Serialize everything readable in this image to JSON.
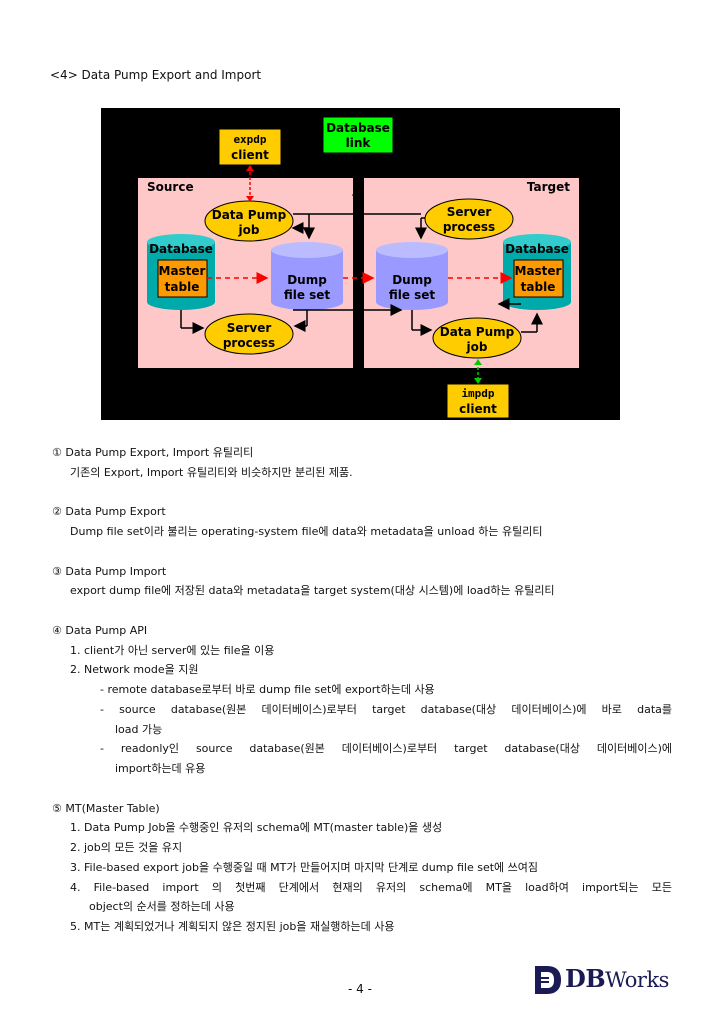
{
  "heading": "<4> Data Pump Export and Import",
  "diagram": {
    "expdp_label": "expdp",
    "client_label": "client",
    "dblink_line1": "Database",
    "dblink_line2": "link",
    "source_label": "Source",
    "target_label": "Target",
    "dp_job_line1": "Data Pump",
    "dp_job_line2": "job",
    "server_line1": "Server",
    "server_line2": "process",
    "database_label": "Database",
    "master_line1": "Master",
    "master_line2": "table",
    "dump_line1": "Dump",
    "dump_line2": "file set",
    "impdp_label": "impdp"
  },
  "sections": {
    "s1_title": "① Data Pump Export, Import 유틸리티",
    "s1_body": "기존의 Export, Import 유틸리티와 비슷하지만 분리된 제품.",
    "s2_title": "② Data Pump Export",
    "s2_body": "Dump file set이라 불리는 operating-system file에 data와 metadata을 unload 하는 유틸리티",
    "s3_title": "③ Data Pump Import",
    "s3_body": "export dump file에 저장된 data와 metadata을 target system(대상 시스템)에 load하는 유틸리티",
    "s4_title": "④ Data Pump API",
    "s4_i1": "1. client가 아닌 server에 있는 file을 이용",
    "s4_i2": "2. Network mode을 지원",
    "s4_d1": "- remote database로부터 바로 dump file set에 export하는데 사용",
    "s4_d2a": "- source database(원본 데이터베이스)로부터 target database(대상 데이터베이스)에 바로 data를",
    "s4_d2b": "load 가능",
    "s4_d3a": "- readonly인 source database(원본 데이터베이스)로부터 target database(대상 데이터베이스)에",
    "s4_d3b": "import하는데 유용",
    "s5_title": "⑤ MT(Master Table)",
    "s5_i1": "1. Data Pump Job을 수행중인 유저의 schema에 MT(master table)을 생성",
    "s5_i2": "2. job의 모든 것을 유지",
    "s5_i3": "3. File-based export job을 수행중일 때 MT가 만들어지며 마지막 단계로 dump file set에 쓰여짐",
    "s5_i4a": "4. File-based import 의 첫번째 단계에서 현재의 유저의 schema에 MT을 load하여 import되는 모든",
    "s5_i4b": "object의 순서를 정하는데 사용",
    "s5_i5": "5. MT는 계획되었거나 계획되지 않은 정지된 job을 재실행하는데 사용"
  },
  "footer": {
    "page_number": "- 4 -",
    "logo_db": "DB",
    "logo_works": "Works"
  },
  "colors": {
    "diagram_bg": "#000000",
    "panel": "#ffc8c8",
    "yellow": "#ffcc00",
    "dump": "#9999ff",
    "database": "#00aaaa",
    "master": "#ff9900",
    "dblink": "#00ff00",
    "arrow_red": "#ff0000",
    "arrow_green": "#00cc00"
  }
}
